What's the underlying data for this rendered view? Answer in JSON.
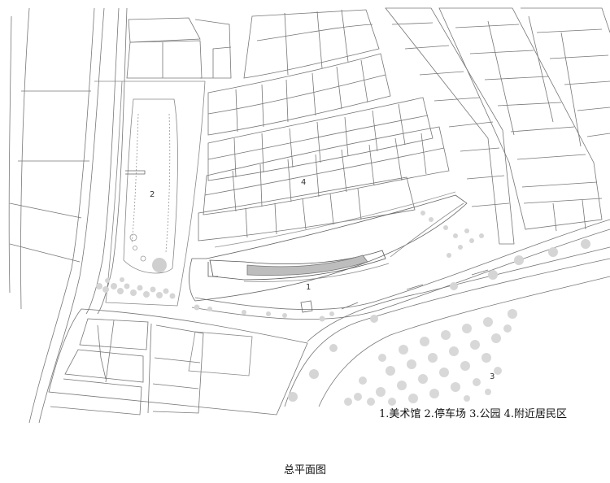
{
  "plan": {
    "labels": {
      "museum": "1",
      "parking": "2",
      "park": "3",
      "residential": "4"
    },
    "legend": "1.美术馆 2.停车场 3.公园 4.附近居民区",
    "caption": "总平面图"
  }
}
